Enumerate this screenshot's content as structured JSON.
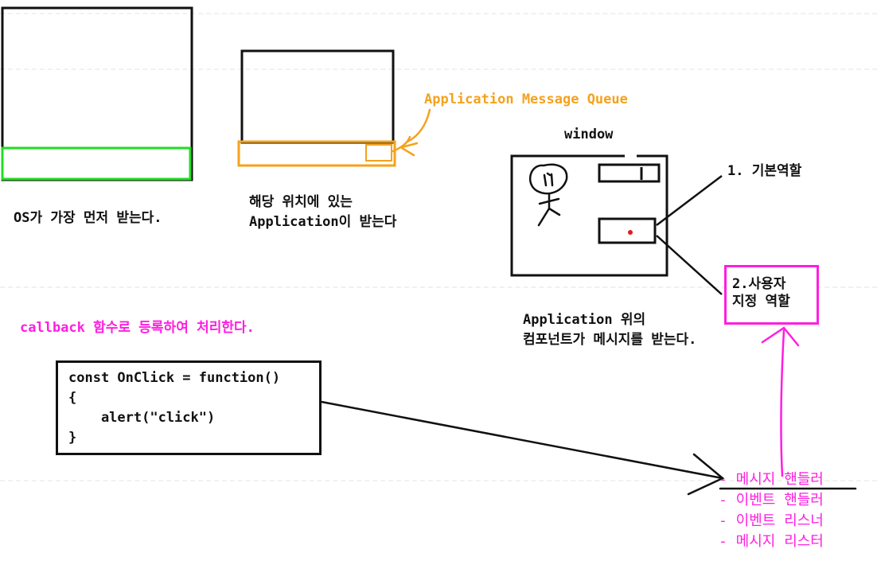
{
  "os_caption": "OS가 가장 먼저 받는다.",
  "app_caption_line1": "해당 위치에 있는",
  "app_caption_line2": "Application이 받는다",
  "queue_label": "Application Message Queue",
  "window_label": "window",
  "role_basic": "1. 기본역할",
  "role_user_line1": "2.사용자",
  "role_user_line2": "지정 역할",
  "component_caption_line1": "Application 위의",
  "component_caption_line2": "컴포넌트가 메시지를 받는다.",
  "callback_caption": "callback 함수로 등록하여 처리한다.",
  "code_lines": [
    "const OnClick = function()",
    "{",
    "    alert(\"click\")",
    "}"
  ],
  "handler_list": [
    "- 메시지 핸들러",
    "- 이벤트 핸들러",
    "- 이벤트 리스너",
    "- 메시지 리스터"
  ],
  "colors": {
    "accent_green": "#22dd22",
    "accent_orange": "#f4a21d",
    "accent_magenta": "#ff1ee0",
    "stroke": "#111111"
  }
}
